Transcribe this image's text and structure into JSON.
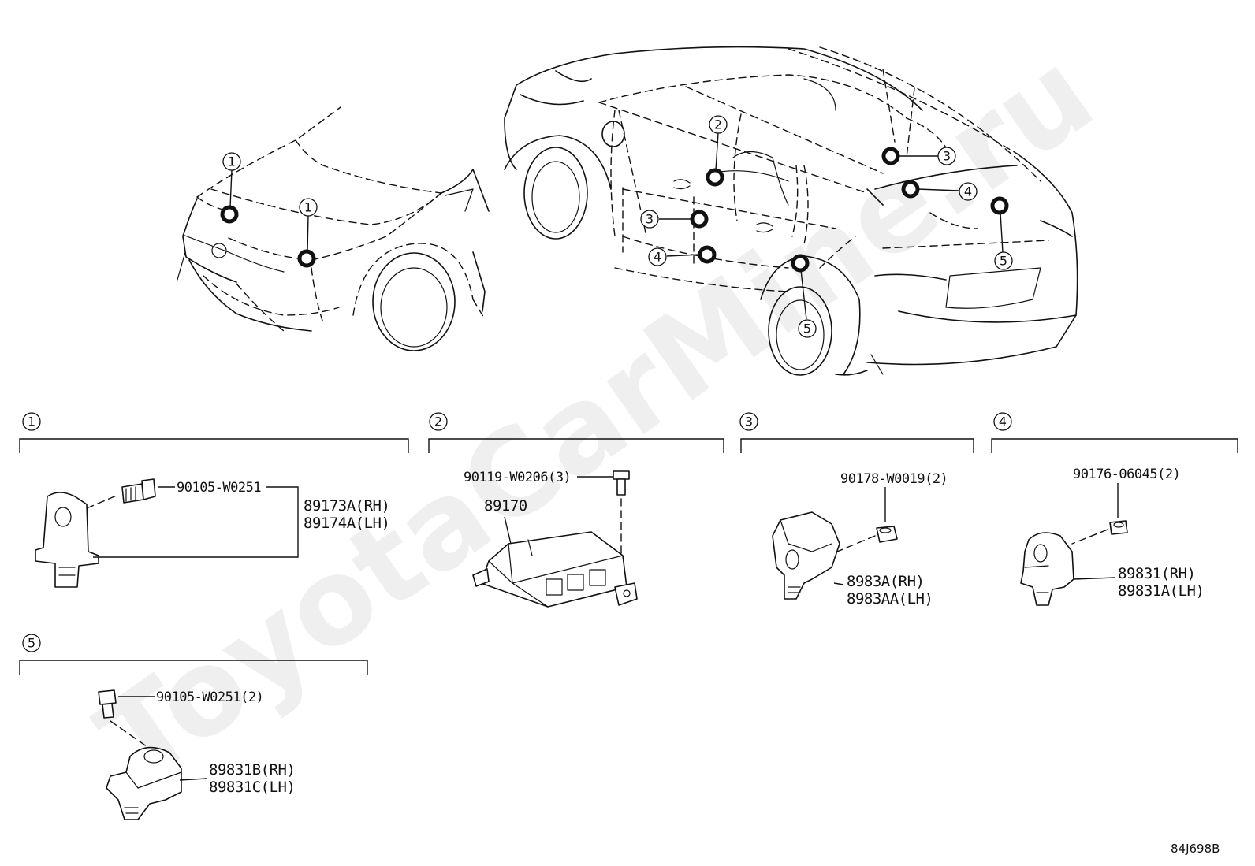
{
  "watermark": "ToyotaCarMine.ru",
  "diagram_code": "84J698B",
  "callout_labels": {
    "c1": "1",
    "c2": "2",
    "c3": "3",
    "c4": "4",
    "c5": "5"
  },
  "sections": [
    {
      "number": "1",
      "bolt": "90105-W0251",
      "sensor_rh": "89173A(RH)",
      "sensor_lh": "89174A(LH)"
    },
    {
      "number": "2",
      "bolt": "90119-W0206(3)",
      "module": "89170"
    },
    {
      "number": "3",
      "nut": "90178-W0019(2)",
      "sensor_rh": "8983A(RH)",
      "sensor_lh": "8983AA(LH)"
    },
    {
      "number": "4",
      "nut": "90176-06045(2)",
      "sensor_rh": "89831(RH)",
      "sensor_lh": "89831A(LH)"
    },
    {
      "number": "5",
      "bolt": "90105-W0251(2)",
      "sensor_rh": "89831B(RH)",
      "sensor_lh": "89831C(LH)"
    }
  ]
}
